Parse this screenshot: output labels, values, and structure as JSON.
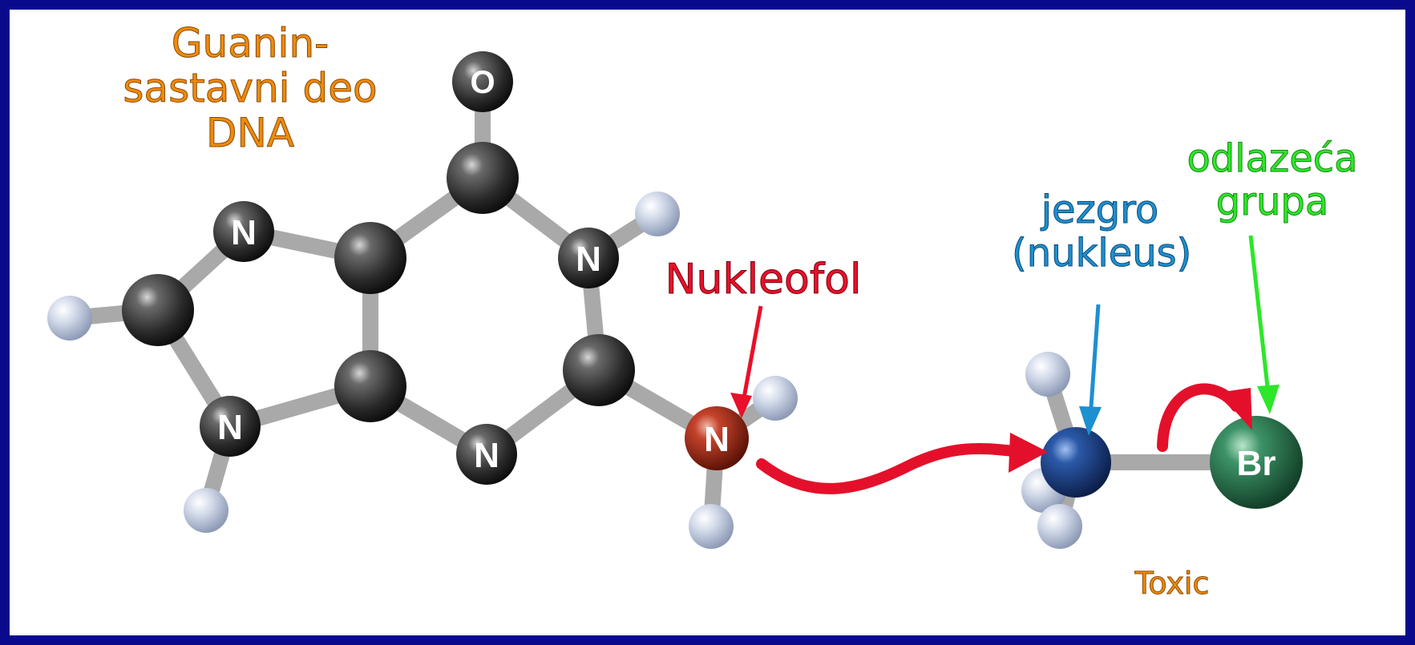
{
  "labels": {
    "guanine_line1": "Guanin-",
    "guanine_line2": "sastavni deo",
    "guanine_line3": "DNA",
    "nucleophile": "Nukleofol",
    "nucleus_line1": "jezgro",
    "nucleus_line2": "(nukleus)",
    "leaving_line1": "odlazeća",
    "leaving_line2": "grupa",
    "toxic": "Toxic"
  },
  "atoms": {
    "oxygen": "O",
    "nitrogen": "N",
    "bromine": "Br"
  },
  "colors": {
    "border": "#0a0a8c",
    "guanine_label": "#f08a0c",
    "nucleophile_label": "#e8102a",
    "nucleus_label": "#1e8fd0",
    "leaving_label": "#2ee62a",
    "carbon_atom": "#3a3a3a",
    "hydrogen_atom": "#c9d3e6",
    "nucleophile_atom": "#c0392b",
    "methyl_carbon": "#1f4fa0",
    "bromine_atom": "#2e8b57",
    "curved_arrow": "#e4102b"
  }
}
